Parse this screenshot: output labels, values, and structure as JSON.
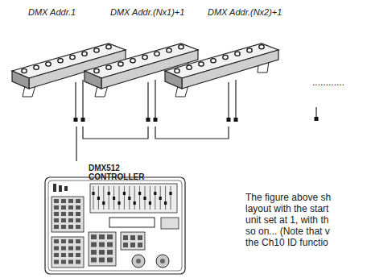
{
  "diagram": {
    "nodes": [
      {
        "text": [
          "DMX Addr.1"
        ]
      },
      {
        "text": [
          "DMX Addr.(Nx1)+1"
        ]
      },
      {
        "text": [
          "DMX Addr.(Nx2)+1"
        ]
      },
      {
        "text": [
          "DMX512 CONTROLLER"
        ]
      }
    ],
    "edges": [
      {
        "from": 3,
        "to": 0,
        "arrow": "none"
      },
      {
        "from": 0,
        "to": 1,
        "arrow": "none"
      },
      {
        "from": 1,
        "to": 2,
        "arrow": "none"
      }
    ],
    "labels": [
      "............",
      "The figure above sh",
      "layout with the start",
      "unit set at 1, with th",
      "so on... (Note that v",
      "the Ch10 ID functio"
    ]
  }
}
